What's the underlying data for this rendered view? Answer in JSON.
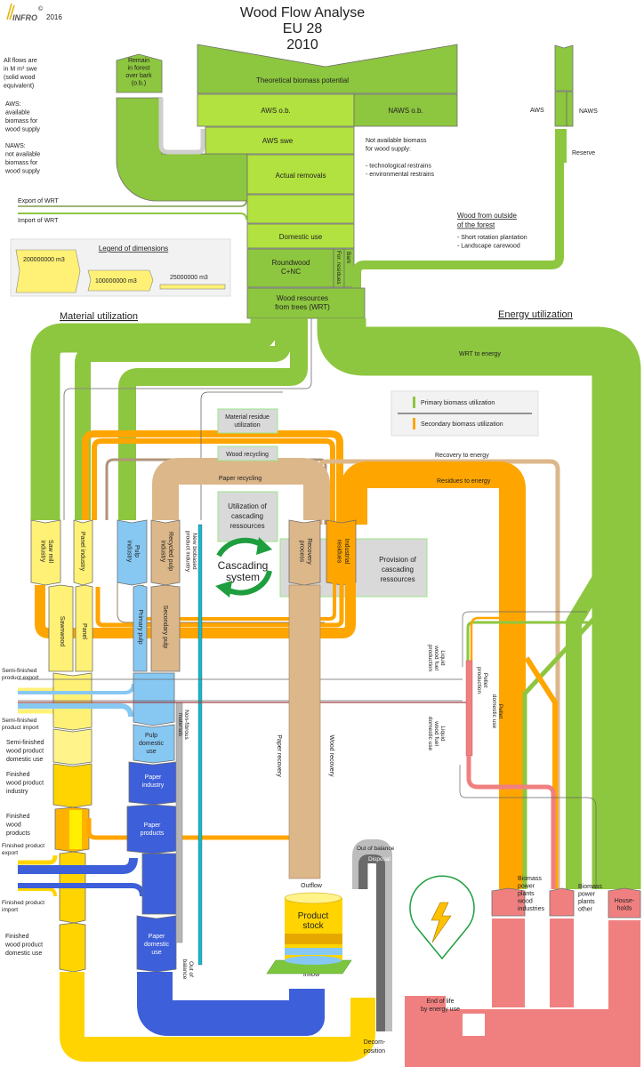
{
  "header": {
    "logo": "INFRO",
    "copyright": "©",
    "year": "2016",
    "title": [
      "Wood Flow Analyse",
      "EU 28",
      "2010"
    ]
  },
  "notes": {
    "units": [
      "All flows are",
      "in M m³ swe",
      "(solid wood",
      "equivalent)"
    ],
    "aws": [
      "AWS:",
      "available",
      "biomass for",
      "wood supply"
    ],
    "naws": [
      "NAWS:",
      "not available",
      "biomass for",
      "wood supply"
    ],
    "not_available": [
      "Not available biomass",
      "for wood supply:",
      "",
      "- technological restrains",
      "- environmental restrains"
    ],
    "outside_title": [
      "Wood from outside",
      "of the forest"
    ],
    "outside_items": [
      "- Short rotation plantation",
      "- Landscape carewood"
    ]
  },
  "supply": {
    "remain": [
      "Remain",
      "in forest",
      "over bark",
      "(o.b.)"
    ],
    "theoretical": "Theoretical biomass potential",
    "aws_ob": "AWS o.b.",
    "naws_ob": "NAWS o.b.",
    "aws_swe": "AWS swe",
    "actual_removals": "Actual removals",
    "export_wrt": "Export of WRT",
    "import_wrt": "Import of WRT",
    "domestic_use": "Domestic use",
    "roundwood": [
      "Roundwood",
      "C+NC"
    ],
    "for_residues": "For. residues",
    "bark": "Bark",
    "wrt": [
      "Wood resources",
      "from trees (WRT)"
    ],
    "aws_right": "AWS",
    "naws_right": "NAWS",
    "reserve": "Reserve"
  },
  "legend_dimensions": {
    "title": "Legend of dimensions",
    "items": [
      "200000000 m3",
      "100000000 m3",
      "25000000 m3"
    ]
  },
  "legend_utilization": {
    "items": [
      "Primary biomass utilization",
      "Secondary biomass utilization"
    ],
    "colors": {
      "primary": "#8dc63f",
      "secondary": "#ffa500"
    }
  },
  "sections": {
    "material": "Material utilization",
    "energy": "Energy utilization"
  },
  "flows": {
    "wrt_to_energy": "WRT to energy",
    "recovery_to_energy": "Recovery to energy",
    "residues_to_energy": "Residues to energy",
    "paper_recycling": "Paper recycling",
    "paper_recovery": "Paper recovery",
    "wood_recovery": "Wood recovery",
    "outflow": "Outflow",
    "inflow": "Inflow",
    "out_of_balance_top": "Out of balance",
    "disposal": "Disposal",
    "decomposition": [
      "Decom-",
      "position"
    ]
  },
  "cascading": {
    "material_residue": [
      "Material residue",
      "utilization"
    ],
    "wood_recycling": "Wood recycling",
    "utilization": [
      "Utilization of",
      "cascading",
      "ressources"
    ],
    "system": [
      "Cascading",
      "system"
    ],
    "provision": [
      "Provision of",
      "cascading",
      "ressources"
    ]
  },
  "material_nodes": {
    "saw_mill": [
      "Saw mill",
      "industry"
    ],
    "panel_industry": "Panel industry",
    "pulp_industry": [
      "Pulp",
      "industry"
    ],
    "recycled_pulp": [
      "Recycled pulp",
      "industry"
    ],
    "new_biobased": [
      "New biobased",
      "product industry"
    ],
    "recovery_process": [
      "Recovery",
      "process"
    ],
    "industrial_residues": [
      "Industrial",
      "residues"
    ],
    "sawnwood": "Sawnwood",
    "panel": "Panel",
    "primary_pulp": "Primary pulp",
    "secondary_pulp": "Secondary pulp",
    "non_fibrous": [
      "Non-fibrous",
      "materials"
    ],
    "out_of_balance": [
      "Out of",
      "balance"
    ],
    "pulp_domestic": [
      "Pulp",
      "domestic",
      "use"
    ],
    "paper_industry": [
      "Paper",
      "industry"
    ],
    "paper_products": [
      "Paper",
      "products"
    ],
    "paper_domestic": [
      "Paper",
      "domestic",
      "use"
    ],
    "product_stock": [
      "Product",
      "stock"
    ]
  },
  "left_labels": {
    "semi_export": [
      "Semi-finished",
      "product export"
    ],
    "semi_import": [
      "Semi-finished",
      "product import"
    ],
    "semi_domestic": [
      "Semi-finished",
      "wood product",
      "domestic use"
    ],
    "finished_industry": [
      "Finished",
      "wood product",
      "industry"
    ],
    "finished_products": [
      "Finished",
      "wood",
      "products"
    ],
    "finished_export": [
      "Finished product",
      "export"
    ],
    "finished_import": [
      "Finished product",
      "import"
    ],
    "finished_domestic": [
      "Finished",
      "wood product",
      "domestic use"
    ]
  },
  "energy_nodes": {
    "liquid_production": [
      "Liquid",
      "wood fuel",
      "production"
    ],
    "pellet_production": [
      "Pellet",
      "production"
    ],
    "pellet_domestic": [
      "Pellet",
      "domestic use"
    ],
    "liquid_domestic": [
      "Liquid",
      "wood fuel",
      "domestic use"
    ],
    "bpp_wood": [
      "Biomass",
      "power",
      "plants",
      "wood",
      "industries"
    ],
    "bpp_other": [
      "Biomass",
      "power",
      "plants",
      "other"
    ],
    "households": [
      "House-",
      "holds"
    ],
    "end_of_life": [
      "End of life",
      "by energy use"
    ]
  },
  "colors": {
    "green": "#8dc63f",
    "light_green": "#b2e23f",
    "yellow": "#fff176",
    "gold": "#ffd400",
    "light_blue": "#87c8f3",
    "blue": "#3d5fd9",
    "tan": "#dcb78a",
    "orange": "#ffa500",
    "pink": "#f08080",
    "gray": "#b5b5b5"
  }
}
